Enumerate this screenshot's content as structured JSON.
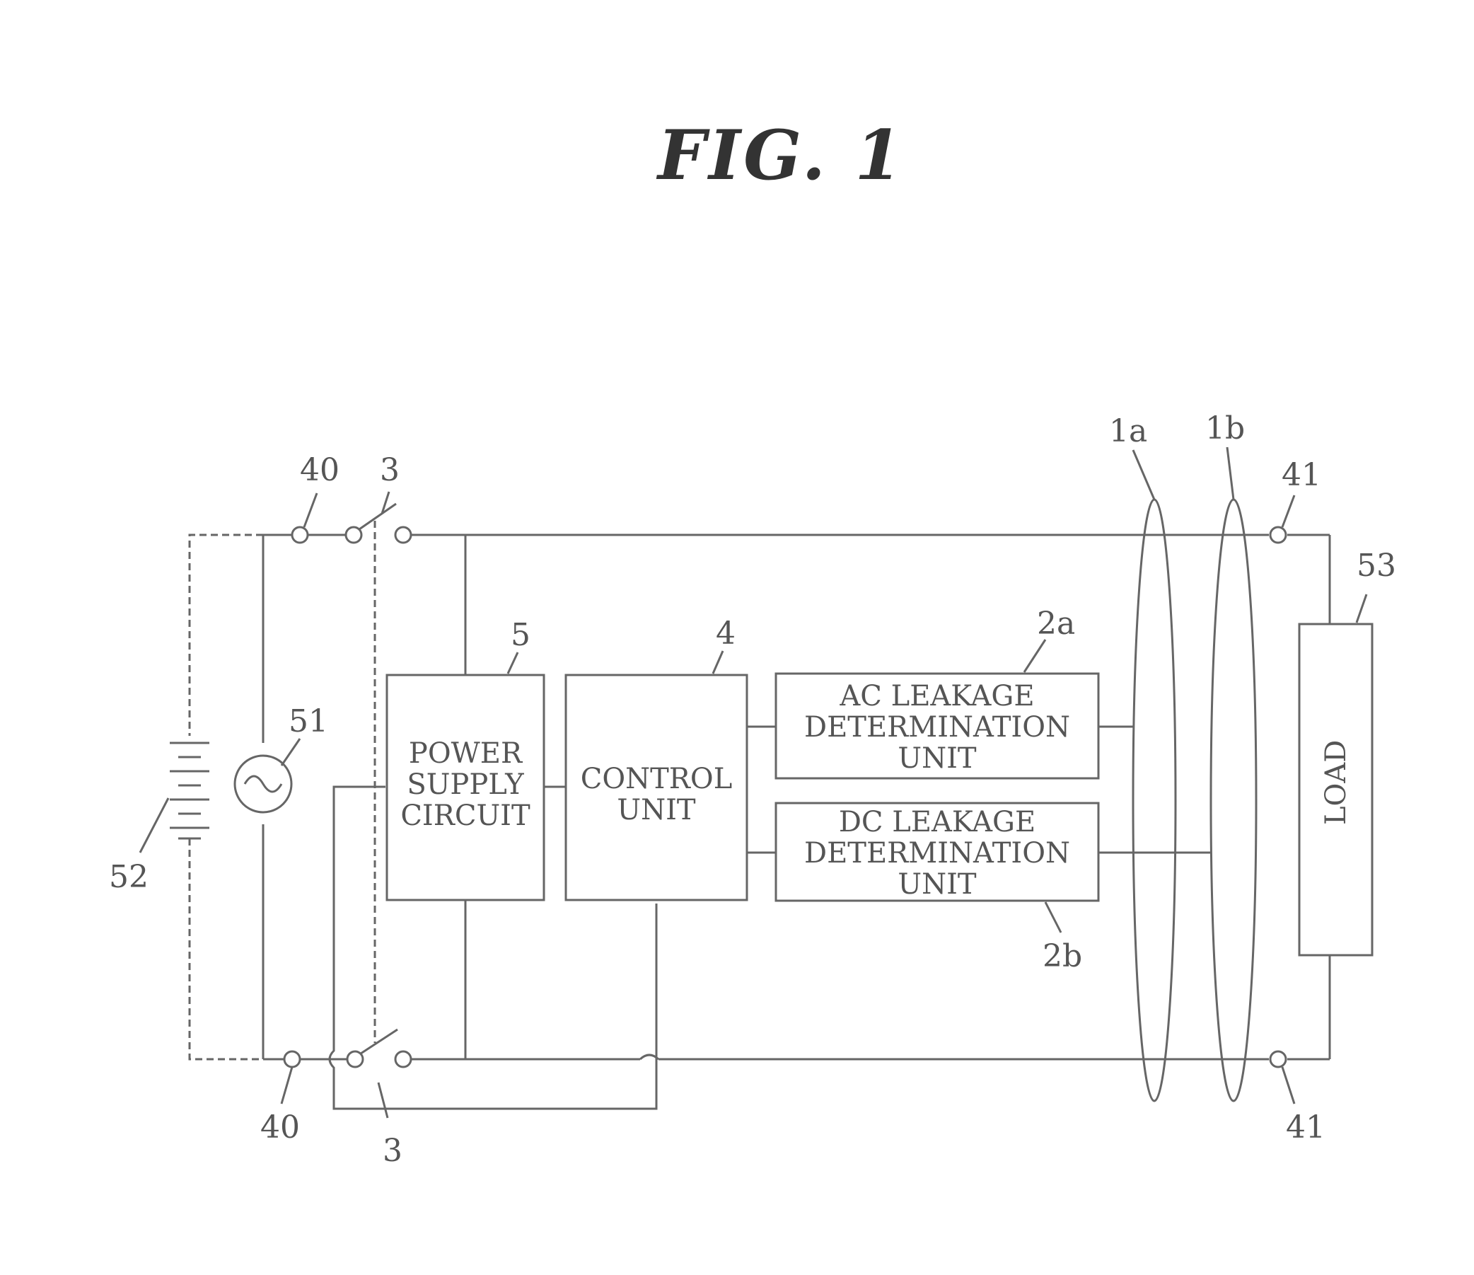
{
  "title": "FIG. 1",
  "refs": {
    "terminal_in_top": "40",
    "terminal_in_bottom": "40",
    "switch_top": "3",
    "switch_bottom": "3",
    "terminal_out_top": "41",
    "terminal_out_bottom": "41",
    "ac_source": "51",
    "dc_source": "52",
    "load": "53",
    "power_supply": "5",
    "control": "4",
    "ac_unit": "2a",
    "dc_unit": "2b",
    "ct_1a": "1a",
    "ct_1b": "1b"
  },
  "blocks": {
    "power_supply": [
      "POWER",
      "SUPPLY",
      "CIRCUIT"
    ],
    "control": [
      "CONTROL",
      "UNIT"
    ],
    "ac_leakage": [
      "AC LEAKAGE",
      "DETERMINATION",
      "UNIT"
    ],
    "dc_leakage": [
      "DC LEAKAGE",
      "DETERMINATION",
      "UNIT"
    ],
    "load": "LOAD"
  }
}
